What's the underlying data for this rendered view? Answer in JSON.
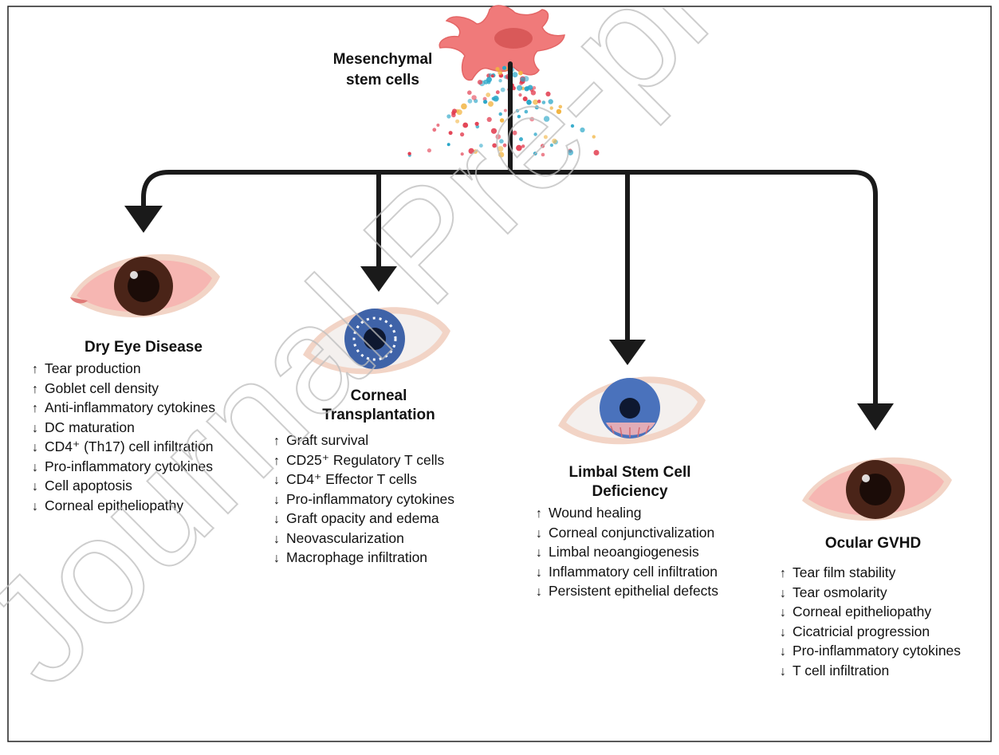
{
  "source": {
    "label": "Mesenchymal stem cells"
  },
  "branches": [
    {
      "title": "Dry Eye Disease",
      "eye": "red-eye",
      "effects": [
        {
          "dir": "up",
          "text": "Tear production"
        },
        {
          "dir": "up",
          "text": "Goblet cell density"
        },
        {
          "dir": "up",
          "text": "Anti-inflammatory cytokines"
        },
        {
          "dir": "down",
          "text": "DC maturation"
        },
        {
          "dir": "down",
          "text": "CD4⁺ (Th17) cell infiltration"
        },
        {
          "dir": "down",
          "text": "Pro-inflammatory cytokines"
        },
        {
          "dir": "down",
          "text": "Cell apoptosis"
        },
        {
          "dir": "down",
          "text": "Corneal epitheliopathy"
        }
      ]
    },
    {
      "title": "Corneal Transplantation",
      "eye": "blue-graft-eye",
      "effects": [
        {
          "dir": "up",
          "text": "Graft survival"
        },
        {
          "dir": "up",
          "text": "CD25⁺ Regulatory T cells"
        },
        {
          "dir": "down",
          "text": "CD4⁺ Effector T cells"
        },
        {
          "dir": "down",
          "text": "Pro-inflammatory cytokines"
        },
        {
          "dir": "down",
          "text": "Graft opacity and edema"
        },
        {
          "dir": "down",
          "text": "Neovascularization"
        },
        {
          "dir": "down",
          "text": "Macrophage infiltration"
        }
      ]
    },
    {
      "title": "Limbal Stem Cell Deficiency",
      "eye": "blue-vascularized-eye",
      "effects": [
        {
          "dir": "up",
          "text": "Wound healing"
        },
        {
          "dir": "down",
          "text": "Corneal conjunctivalization"
        },
        {
          "dir": "down",
          "text": "Limbal neoangiogenesis"
        },
        {
          "dir": "down",
          "text": "Inflammatory cell infiltration"
        },
        {
          "dir": "down",
          "text": "Persistent epithelial defects"
        }
      ]
    },
    {
      "title": "Ocular GVHD",
      "eye": "red-eye",
      "effects": [
        {
          "dir": "up",
          "text": "Tear film stability"
        },
        {
          "dir": "down",
          "text": "Tear osmolarity"
        },
        {
          "dir": "down",
          "text": "Corneal epitheliopathy"
        },
        {
          "dir": "down",
          "text": "Cicatricial progression"
        },
        {
          "dir": "down",
          "text": "Pro-inflammatory cytokines"
        },
        {
          "dir": "down",
          "text": "T cell infiltration"
        }
      ]
    }
  ],
  "watermark": "Journal Pre-proof",
  "symbols": {
    "up": "↑",
    "down": "↓"
  },
  "colors": {
    "cell": "#f07a7a",
    "arrow": "#1a1a1a",
    "sclera_red": "#f6c9c6",
    "iris_brown": "#4a2418",
    "iris_blue": "#3f63a8",
    "watermark": "#bdbdbd"
  }
}
